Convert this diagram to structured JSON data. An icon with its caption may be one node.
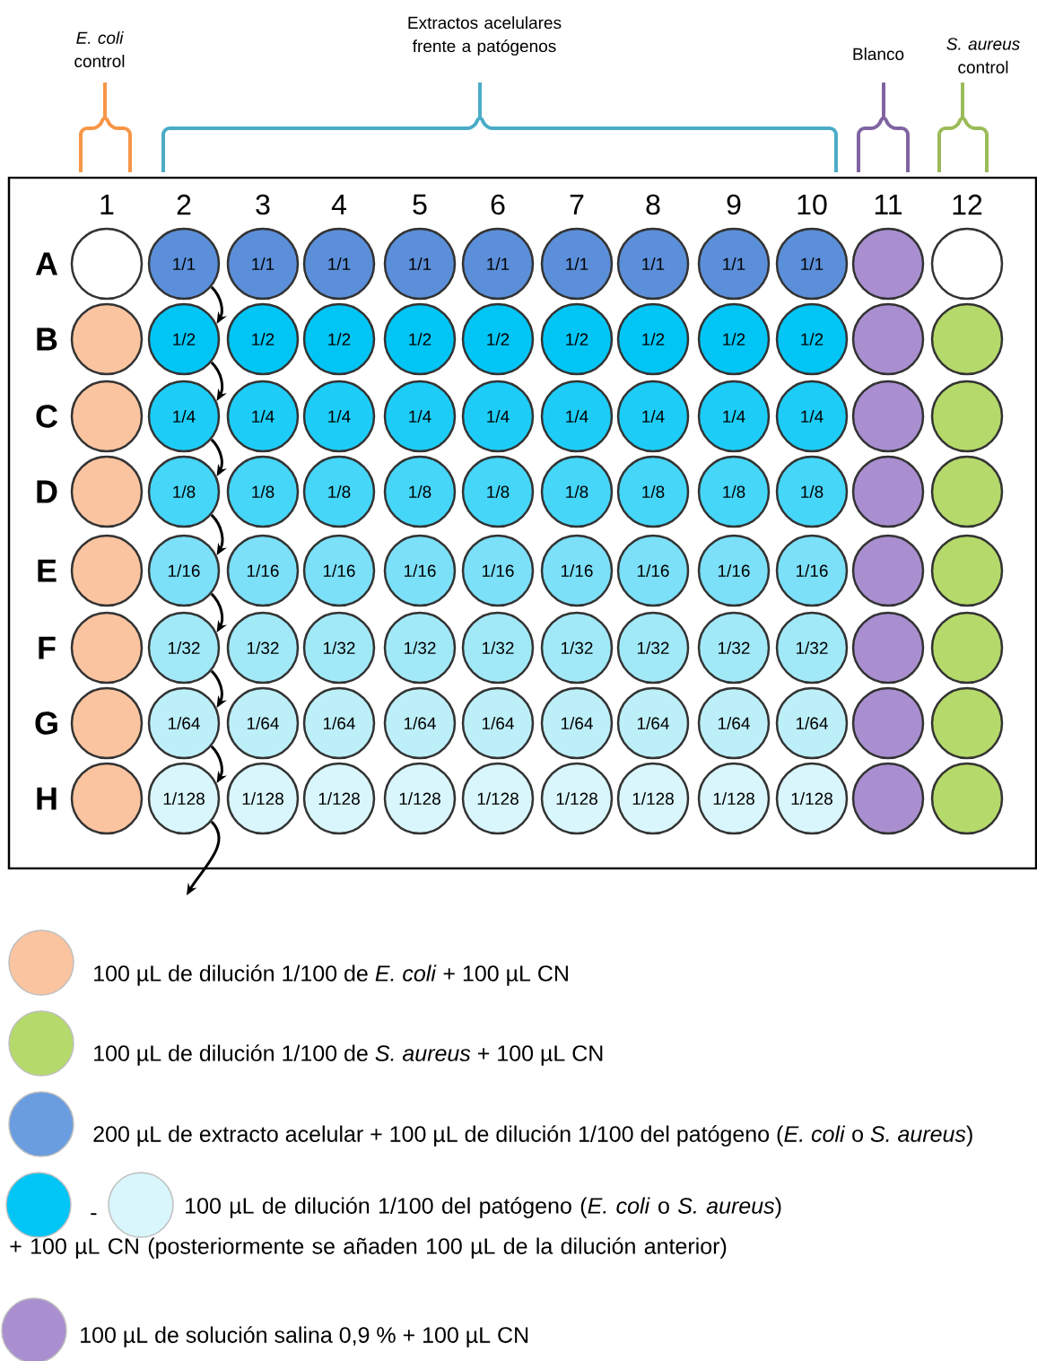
{
  "diagram": {
    "nodes": [
      {
        "text": [],
        "shape": "circle"
      },
      {
        "text": [
          "1/1"
        ]
      },
      {
        "text": [
          "1/1"
        ]
      },
      {
        "text": [
          "1/1"
        ]
      },
      {
        "text": [
          "1/1"
        ]
      },
      {
        "text": [
          "1/1"
        ]
      },
      {
        "text": [
          "1/1"
        ]
      },
      {
        "text": [
          "1/1"
        ]
      },
      {
        "text": [
          "1/1"
        ]
      },
      {
        "text": [
          "1/1"
        ]
      },
      {
        "text": [],
        "shape": "circle"
      },
      {
        "text": [],
        "shape": "circle"
      },
      {
        "text": [],
        "shape": "circle"
      },
      {
        "text": [
          "1/2"
        ]
      },
      {
        "text": [
          "1/2"
        ]
      },
      {
        "text": [
          "1/2"
        ]
      },
      {
        "text": [
          "1/2"
        ]
      },
      {
        "text": [
          "1/2"
        ]
      },
      {
        "text": [
          "1/2"
        ]
      },
      {
        "text": [
          "1/2"
        ]
      },
      {
        "text": [
          "1/2"
        ]
      },
      {
        "text": [
          "1/2"
        ]
      },
      {
        "text": [],
        "shape": "circle"
      },
      {
        "text": [],
        "shape": "circle"
      },
      {
        "text": [],
        "shape": "circle"
      },
      {
        "text": [
          "1/4"
        ]
      },
      {
        "text": [
          "1/4"
        ]
      },
      {
        "text": [
          "1/4"
        ]
      },
      {
        "text": [
          "1/4"
        ]
      },
      {
        "text": [
          "1/4"
        ]
      },
      {
        "text": [
          "1/4"
        ]
      },
      {
        "text": [
          "1/4"
        ]
      },
      {
        "text": [
          "1/4"
        ]
      },
      {
        "text": [
          "1/4"
        ]
      },
      {
        "text": [],
        "shape": "circle"
      },
      {
        "text": [],
        "shape": "circle"
      },
      {
        "text": [],
        "shape": "circle"
      },
      {
        "text": [
          "1/8"
        ]
      },
      {
        "text": [
          "1/8"
        ]
      },
      {
        "text": [
          "1/8"
        ]
      },
      {
        "text": [
          "1/8"
        ]
      },
      {
        "text": [
          "1/8"
        ]
      },
      {
        "text": [
          "1/8"
        ]
      },
      {
        "text": [
          "1/8"
        ]
      },
      {
        "text": [
          "1/8"
        ]
      },
      {
        "text": [
          "1/8"
        ]
      },
      {
        "text": [],
        "shape": "circle"
      },
      {
        "text": [],
        "shape": "circle"
      },
      {
        "text": [],
        "shape": "circle"
      },
      {
        "text": [
          "1/16"
        ]
      },
      {
        "text": [
          "1/16"
        ]
      },
      {
        "text": [
          "1/16"
        ]
      },
      {
        "text": [
          "1/16"
        ]
      },
      {
        "text": [
          "1/16"
        ]
      },
      {
        "text": [
          "1/16"
        ]
      },
      {
        "text": [
          "1/16"
        ]
      },
      {
        "text": [
          "1/16"
        ]
      },
      {
        "text": [
          "1/16"
        ]
      },
      {
        "text": [],
        "shape": "circle"
      },
      {
        "text": [],
        "shape": "circle"
      },
      {
        "text": [],
        "shape": "circle"
      },
      {
        "text": [
          "1/32"
        ]
      },
      {
        "text": [
          "1/32"
        ]
      },
      {
        "text": [
          "1/32"
        ]
      },
      {
        "text": [
          "1/32"
        ]
      },
      {
        "text": [
          "1/32"
        ]
      },
      {
        "text": [
          "1/32"
        ]
      },
      {
        "text": [
          "1/32"
        ]
      },
      {
        "text": [
          "1/32"
        ]
      },
      {
        "text": [
          "1/32"
        ]
      },
      {
        "text": [],
        "shape": "circle"
      },
      {
        "text": [],
        "shape": "circle"
      },
      {
        "text": [],
        "shape": "circle"
      },
      {
        "text": [
          "1/64"
        ]
      },
      {
        "text": [
          "1/64"
        ]
      },
      {
        "text": [
          "1/64"
        ]
      },
      {
        "text": [
          "1/64"
        ]
      },
      {
        "text": [
          "1/64"
        ]
      },
      {
        "text": [
          "1/64"
        ]
      },
      {
        "text": [
          "1/64"
        ]
      },
      {
        "text": [
          "1/64"
        ]
      },
      {
        "text": [
          "1/64"
        ]
      },
      {
        "text": [],
        "shape": "circle"
      },
      {
        "text": [],
        "shape": "circle"
      },
      {
        "text": [],
        "shape": "circle"
      },
      {
        "text": [
          "1/128"
        ]
      },
      {
        "text": [
          "1/128"
        ]
      },
      {
        "text": [
          "1/128"
        ]
      },
      {
        "text": [
          "1/128"
        ]
      },
      {
        "text": [
          "1/128"
        ]
      },
      {
        "text": [
          "1/128"
        ]
      },
      {
        "text": [
          "1/128"
        ]
      },
      {
        "text": [
          "1/128"
        ]
      },
      {
        "text": [
          "1/128"
        ]
      },
      {
        "text": [],
        "shape": "circle"
      },
      {
        "text": [],
        "shape": "circle"
      }
    ],
    "edges": [
      {
        "from": 1,
        "to": 13,
        "arrow": "to"
      },
      {
        "from": 13,
        "to": 25,
        "arrow": "to"
      },
      {
        "from": 25,
        "to": 37,
        "arrow": "to"
      },
      {
        "from": 37,
        "to": 49,
        "arrow": "to"
      },
      {
        "from": 49,
        "to": 61,
        "arrow": "to"
      },
      {
        "from": 61,
        "to": 73,
        "arrow": "to"
      },
      {
        "from": 73,
        "to": 85,
        "arrow": "to"
      },
      {
        "from": 85,
        "to": null,
        "arrow": "to"
      }
    ],
    "labels": [
      "*E. coli* control",
      "Extractos acelulares frente a patógenos",
      "Blanco",
      "*S. aureus* control",
      "1",
      "2",
      "3",
      "4",
      "5",
      "6",
      "7",
      "8",
      "9",
      "10",
      "11",
      "12",
      "A",
      "B",
      "C",
      "D",
      "E",
      "F",
      "G",
      "H"
    ],
    "legend": [
      {
        "text": "100 µL de dilución 1/100 de *E. coli* + 100 µL CN",
        "color": "#fbc4a0"
      },
      {
        "text": "100 µL de dilución 1/100 de *S. aureus* + 100 µL CN",
        "color": "#b5d96a"
      },
      {
        "text": "200 µL de extracto acelular + 100 µL de dilución 1/100 del patógeno (*E. coli* o *S. aureus*)",
        "color": "#6a9de0"
      },
      {
        "text": "-",
        "color": "#00c5f5"
      },
      {
        "text": "100 µL de dilución 1/100 del patógeno (*E. coli* o *S. aureus*) + 100 µL CN (posteriormente se añaden 100 µL de la dilución anterior)",
        "color": "#d8f6fb"
      },
      {
        "text": "100 µL de solución salina 0,9 % + 100 µL CN",
        "color": "#a98fd0"
      }
    ]
  }
}
